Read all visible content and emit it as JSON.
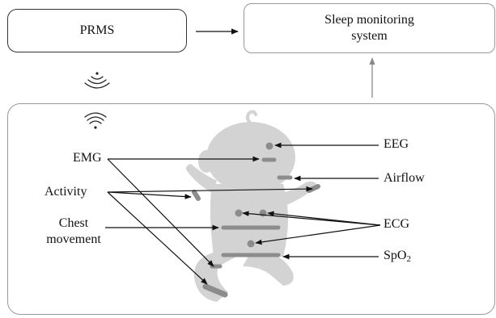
{
  "boxes": {
    "prms": "PRMS",
    "sleep_line1": "Sleep monitoring",
    "sleep_line2": "system"
  },
  "labels": {
    "emg": "EMG",
    "activity": "Activity",
    "chest_line1": "Chest",
    "chest_line2": "movement",
    "eeg": "EEG",
    "airflow": "Airflow",
    "ecg": "ECG",
    "spo2_main": "SpO",
    "spo2_sub": "2"
  },
  "icons": [
    "wireless-signal-icon",
    "wifi-icon",
    "baby-figure"
  ],
  "colors": {
    "baby": "#d3d3d3",
    "sensor": "#8c8c8c",
    "arrow": "#111111",
    "upward_arrow": "#888888"
  }
}
